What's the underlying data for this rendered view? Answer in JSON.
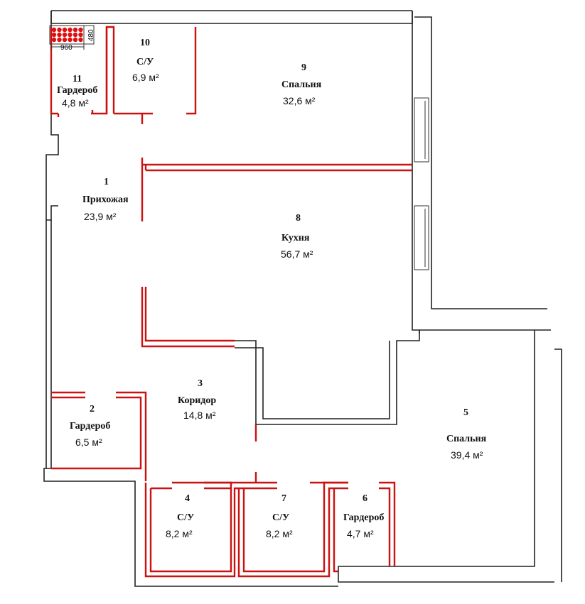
{
  "rooms": [
    {
      "num": "1",
      "name": "Прихожая",
      "area": "23,9 м²"
    },
    {
      "num": "2",
      "name": "Гардероб",
      "area": "6,5 м²"
    },
    {
      "num": "3",
      "name": "Коридор",
      "area": "14,8 м²"
    },
    {
      "num": "4",
      "name": "С/У",
      "area": "8,2 м²"
    },
    {
      "num": "5",
      "name": "Спальня",
      "area": "39,4 м²"
    },
    {
      "num": "6",
      "name": "Гардероб",
      "area": "4,7 м²"
    },
    {
      "num": "7",
      "name": "С/У",
      "area": "8,2 м²"
    },
    {
      "num": "8",
      "name": "Кухня",
      "area": "56,7 м²"
    },
    {
      "num": "9",
      "name": "Спальня",
      "area": "32,6 м²"
    },
    {
      "num": "10",
      "name": "С/У",
      "area": "6,9 м²"
    },
    {
      "num": "11",
      "name": "Гардероб",
      "area": "4,8 м²"
    }
  ],
  "dimensions": {
    "width_label": "960",
    "height_label": "480"
  },
  "colors": {
    "partition": "#cc1111",
    "outline": "#222222",
    "shaft": "#e01010"
  }
}
